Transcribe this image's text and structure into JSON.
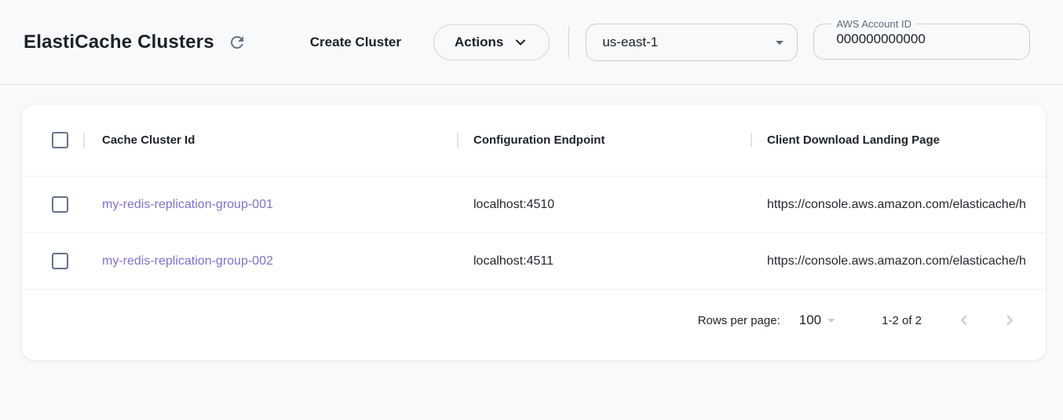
{
  "header": {
    "title": "ElastiCache Clusters",
    "create_cluster_label": "Create Cluster",
    "actions_label": "Actions",
    "region": {
      "value": "us-east-1"
    },
    "account": {
      "label": "AWS Account ID",
      "value": "000000000000"
    }
  },
  "table": {
    "columns": [
      {
        "label": "Cache Cluster Id"
      },
      {
        "label": "Configuration Endpoint"
      },
      {
        "label": "Client Download Landing Page"
      }
    ],
    "rows": [
      {
        "cache_cluster_id": "my-redis-replication-group-001",
        "configuration_endpoint": "localhost:4510",
        "client_download_landing_page": "https://console.aws.amazon.com/elasticache/h"
      },
      {
        "cache_cluster_id": "my-redis-replication-group-002",
        "configuration_endpoint": "localhost:4511",
        "client_download_landing_page": "https://console.aws.amazon.com/elasticache/h"
      }
    ]
  },
  "pagination": {
    "rows_per_page_label": "Rows per page:",
    "rows_per_page_value": "100",
    "range_label": "1-2 of 2"
  },
  "icons": {
    "refresh-icon": "circular clockwise arrow",
    "chevron-down-icon": "v chevron",
    "dropdown-arrow-icon": "filled down triangle",
    "chevron-left-icon": "left angle bracket",
    "chevron-right-icon": "right angle bracket"
  },
  "colors": {
    "page_bg": "#f8f9fa",
    "text_primary": "#1b2126",
    "link_purple": "#7d71d1",
    "slate_icon": "#64748b",
    "disabled_icon": "#c8cacd",
    "field_border": "#c9cfd7",
    "row_divider": "#eef0f3"
  }
}
